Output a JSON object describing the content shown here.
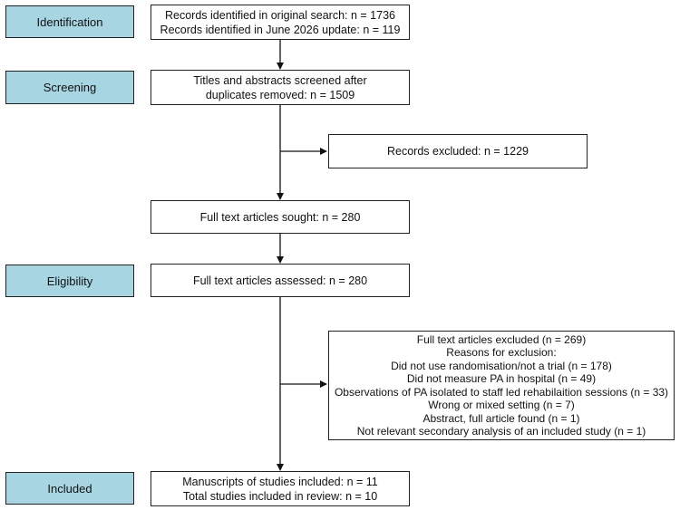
{
  "stages": {
    "identification": "Identification",
    "screening": "Screening",
    "eligibility": "Eligibility",
    "included": "Included"
  },
  "boxes": {
    "records_identified": {
      "lines": [
        "Records identified in original search: n = 1736",
        "Records identified in June 2026 update: n = 119"
      ]
    },
    "screened": {
      "lines": [
        "Titles and abstracts screened after",
        "duplicates removed: n = 1509"
      ]
    },
    "records_excluded": {
      "lines": [
        "Records excluded: n = 1229"
      ]
    },
    "sought": {
      "lines": [
        "Full text articles sought: n = 280"
      ]
    },
    "assessed": {
      "lines": [
        "Full text articles assessed: n = 280"
      ]
    },
    "fulltext_excluded": {
      "lines": [
        "Full text articles excluded (n = 269)",
        "Reasons for exclusion:",
        "Did not use randomisation/not a trial (n = 178)",
        "Did not measure PA in hospital (n = 49)",
        "Observations of PA isolated to staff led rehabilaition sessions (n = 33)",
        "Wrong or mixed setting (n = 7)",
        "Abstract, full article found (n = 1)",
        "Not relevant secondary analysis of an included study (n = 1)"
      ]
    },
    "included": {
      "lines": [
        "Manuscripts of studies included: n = 11",
        "Total studies included in review: n = 10"
      ]
    }
  },
  "colors": {
    "stage_fill": "#a8d5e2",
    "border": "#222222",
    "line": "#111111"
  }
}
